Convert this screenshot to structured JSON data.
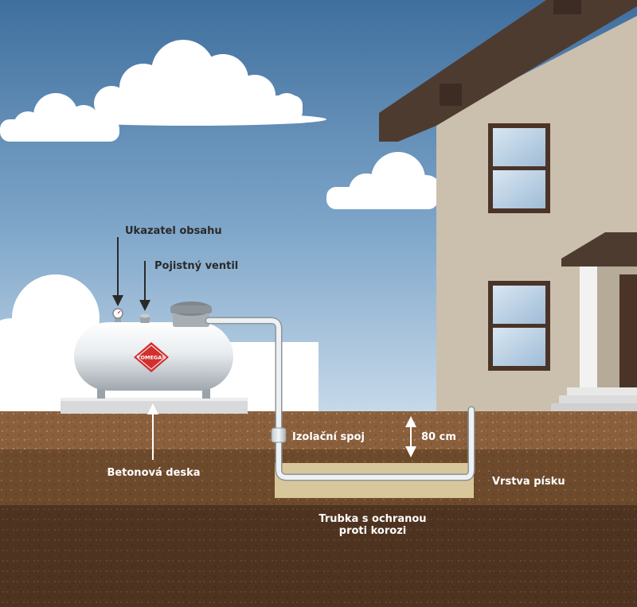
{
  "labels": {
    "content_gauge": "Ukazatel obsahu",
    "safety_valve": "Pojistný ventil",
    "insulating_joint": "Izolační spoj",
    "depth": "80 cm",
    "concrete_slab": "Betonová deska",
    "sand_layer": "Vrstva písku",
    "pipe_line1": "Trubka s ochranou",
    "pipe_line2": "proti korozi"
  },
  "tank_logo": "TOMEGAS",
  "colors": {
    "sky_top": "#3f6f9e",
    "sky_bottom": "#bcd3e6",
    "topsoil": "#8a5f3c",
    "subsoil": "#6e4a2c",
    "deep_soil": "#4e3320",
    "sand": "#d8c79a",
    "house_wall": "#cbbfae",
    "roof": "#4e3b30",
    "brand_red": "#d22f2f"
  }
}
